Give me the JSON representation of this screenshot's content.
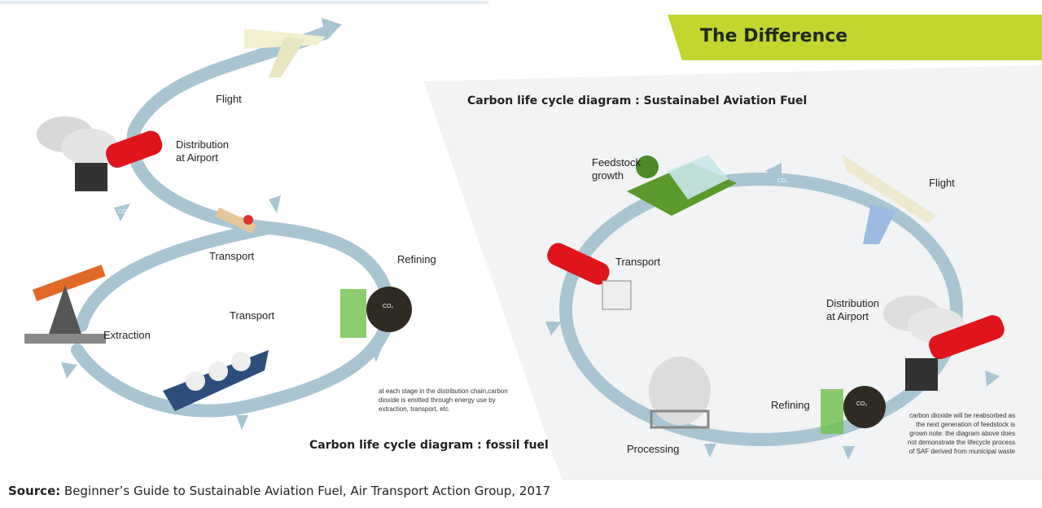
{
  "banner": {
    "title": "The Difference"
  },
  "fossil": {
    "title": "Carbon life cycle diagram : fossil fuel",
    "labels": {
      "flight": "Flight",
      "distribution": "Distribution\nat Airport",
      "transport_pipe": "Transport",
      "refining": "Refining",
      "transport_ship": "Transport",
      "extraction": "Extraction"
    },
    "note": "at each stage in the distribution chain,carbon dioxide is emitted through energy use by extraction, transport, etc.",
    "co2": "CO₂"
  },
  "saf": {
    "title": "Carbon life cycle diagram : Sustainabel Aviation Fuel",
    "labels": {
      "feedstock": "Feedstock\ngrowth",
      "flight": "Flight",
      "transport": "Transport",
      "distribution": "Distribution\nat Airport",
      "refining": "Refining",
      "processing": "Processing"
    },
    "note": "carbon dioxide will be reabsorbed as the next generation of feedstock is grown note: the diagram above does not demonstrate the lifecycle process of SAF derived from municipal waste"
  },
  "source": {
    "label": "Source:",
    "text": " Beginner’s Guide to Sustainable Aviation Fuel, Air Transport Action Group, 2017"
  },
  "colors": {
    "loop": "#a9c5d2",
    "banner": "#c3d62f",
    "tanker": "#e0141b"
  }
}
